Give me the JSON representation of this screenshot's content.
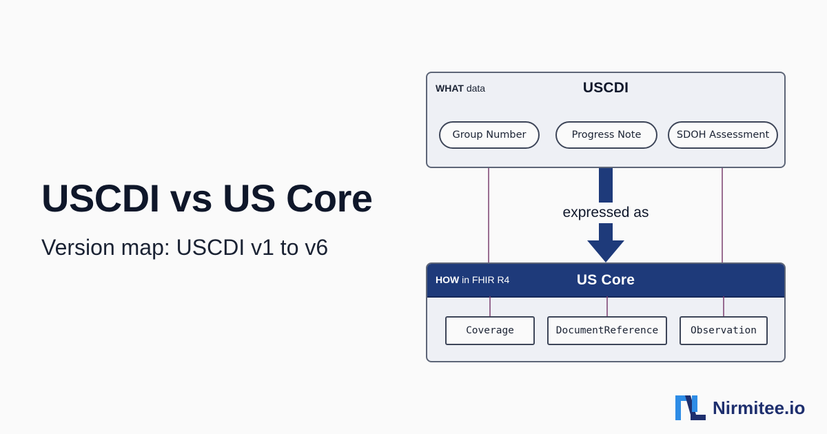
{
  "headline": {
    "title": "USCDI vs US Core",
    "subtitle": "Version map: USCDI v1 to v6"
  },
  "diagram": {
    "what_box": {
      "tag_bold": "WHAT",
      "tag_rest": " data",
      "title": "USCDI",
      "elements": [
        "Group Number",
        "Progress Note",
        "SDOH Assessment"
      ]
    },
    "arrow_label": "expressed as",
    "how_box": {
      "tag_bold": "HOW",
      "tag_rest": " in FHIR R4",
      "title": "US Core",
      "resources": [
        "Coverage",
        "DocumentReference",
        "Observation"
      ]
    }
  },
  "brand": {
    "name": "Nirmitee.io",
    "logo_icon": "nirmitee-logo-icon"
  },
  "colors": {
    "background": "#fafafa",
    "navy": "#1e3a7a",
    "connector": "#7a3e6e",
    "brand_blue": "#2d8ce6",
    "text": "#0f172a"
  }
}
